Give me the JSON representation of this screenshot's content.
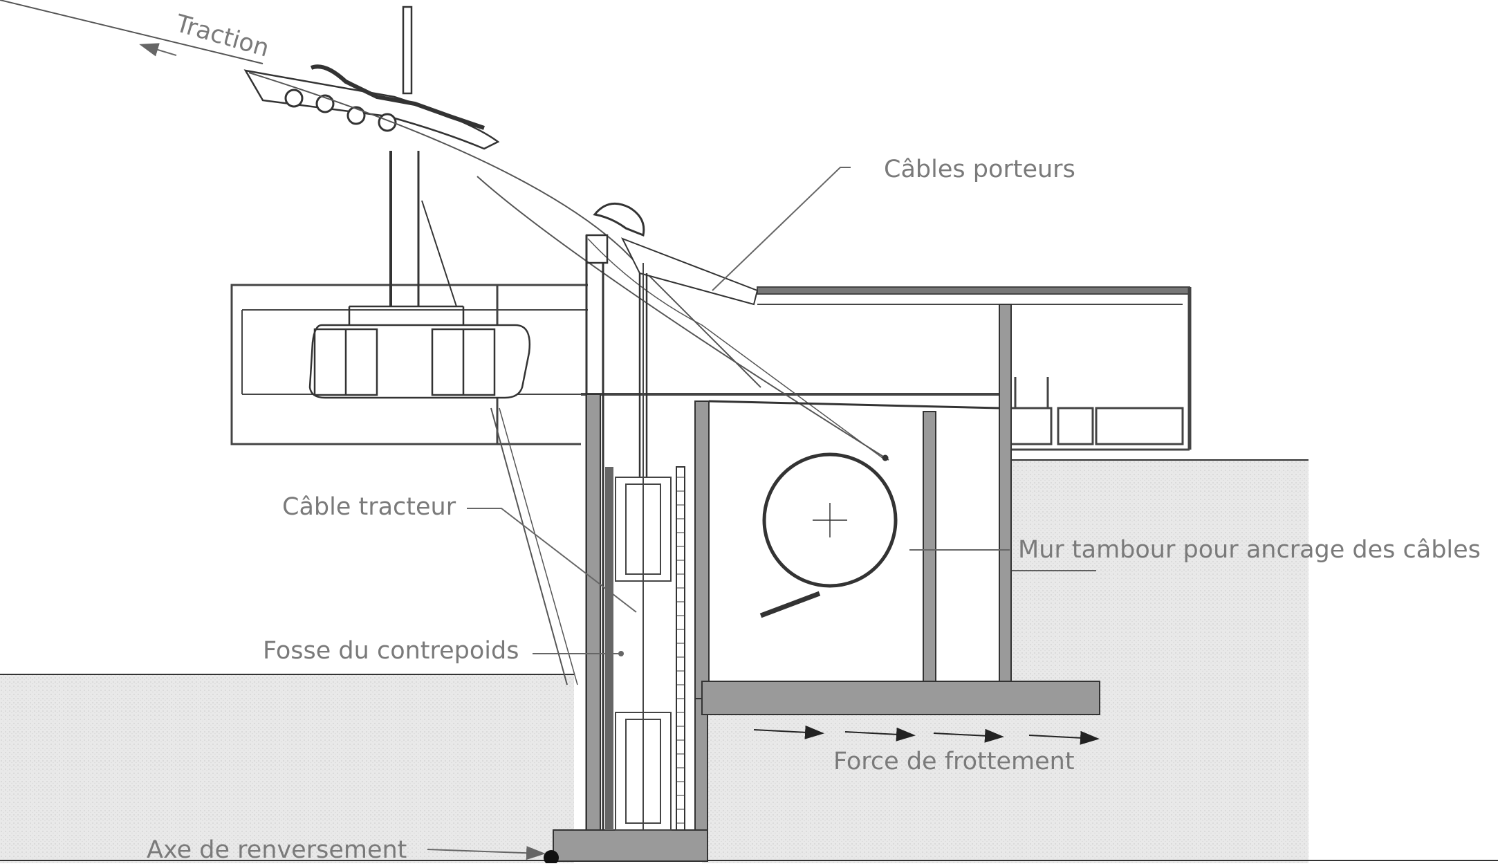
{
  "labels": {
    "traction": "Traction",
    "cables_porteurs": "Câbles porteurs",
    "cable_tracteur": "Câble tracteur",
    "fosse_contrepoids": "Fosse du contrepoids",
    "mur_tambour": "Mur tambour pour ancrage des câbles",
    "force_frottement": "Force de frottement",
    "axe_renversement": "Axe de renversement"
  },
  "colors": {
    "label": "#7a7a7a",
    "line": "#555555",
    "ground": "#e6e6e6",
    "wall": "#9a9a9a",
    "arrow": "#222222"
  }
}
